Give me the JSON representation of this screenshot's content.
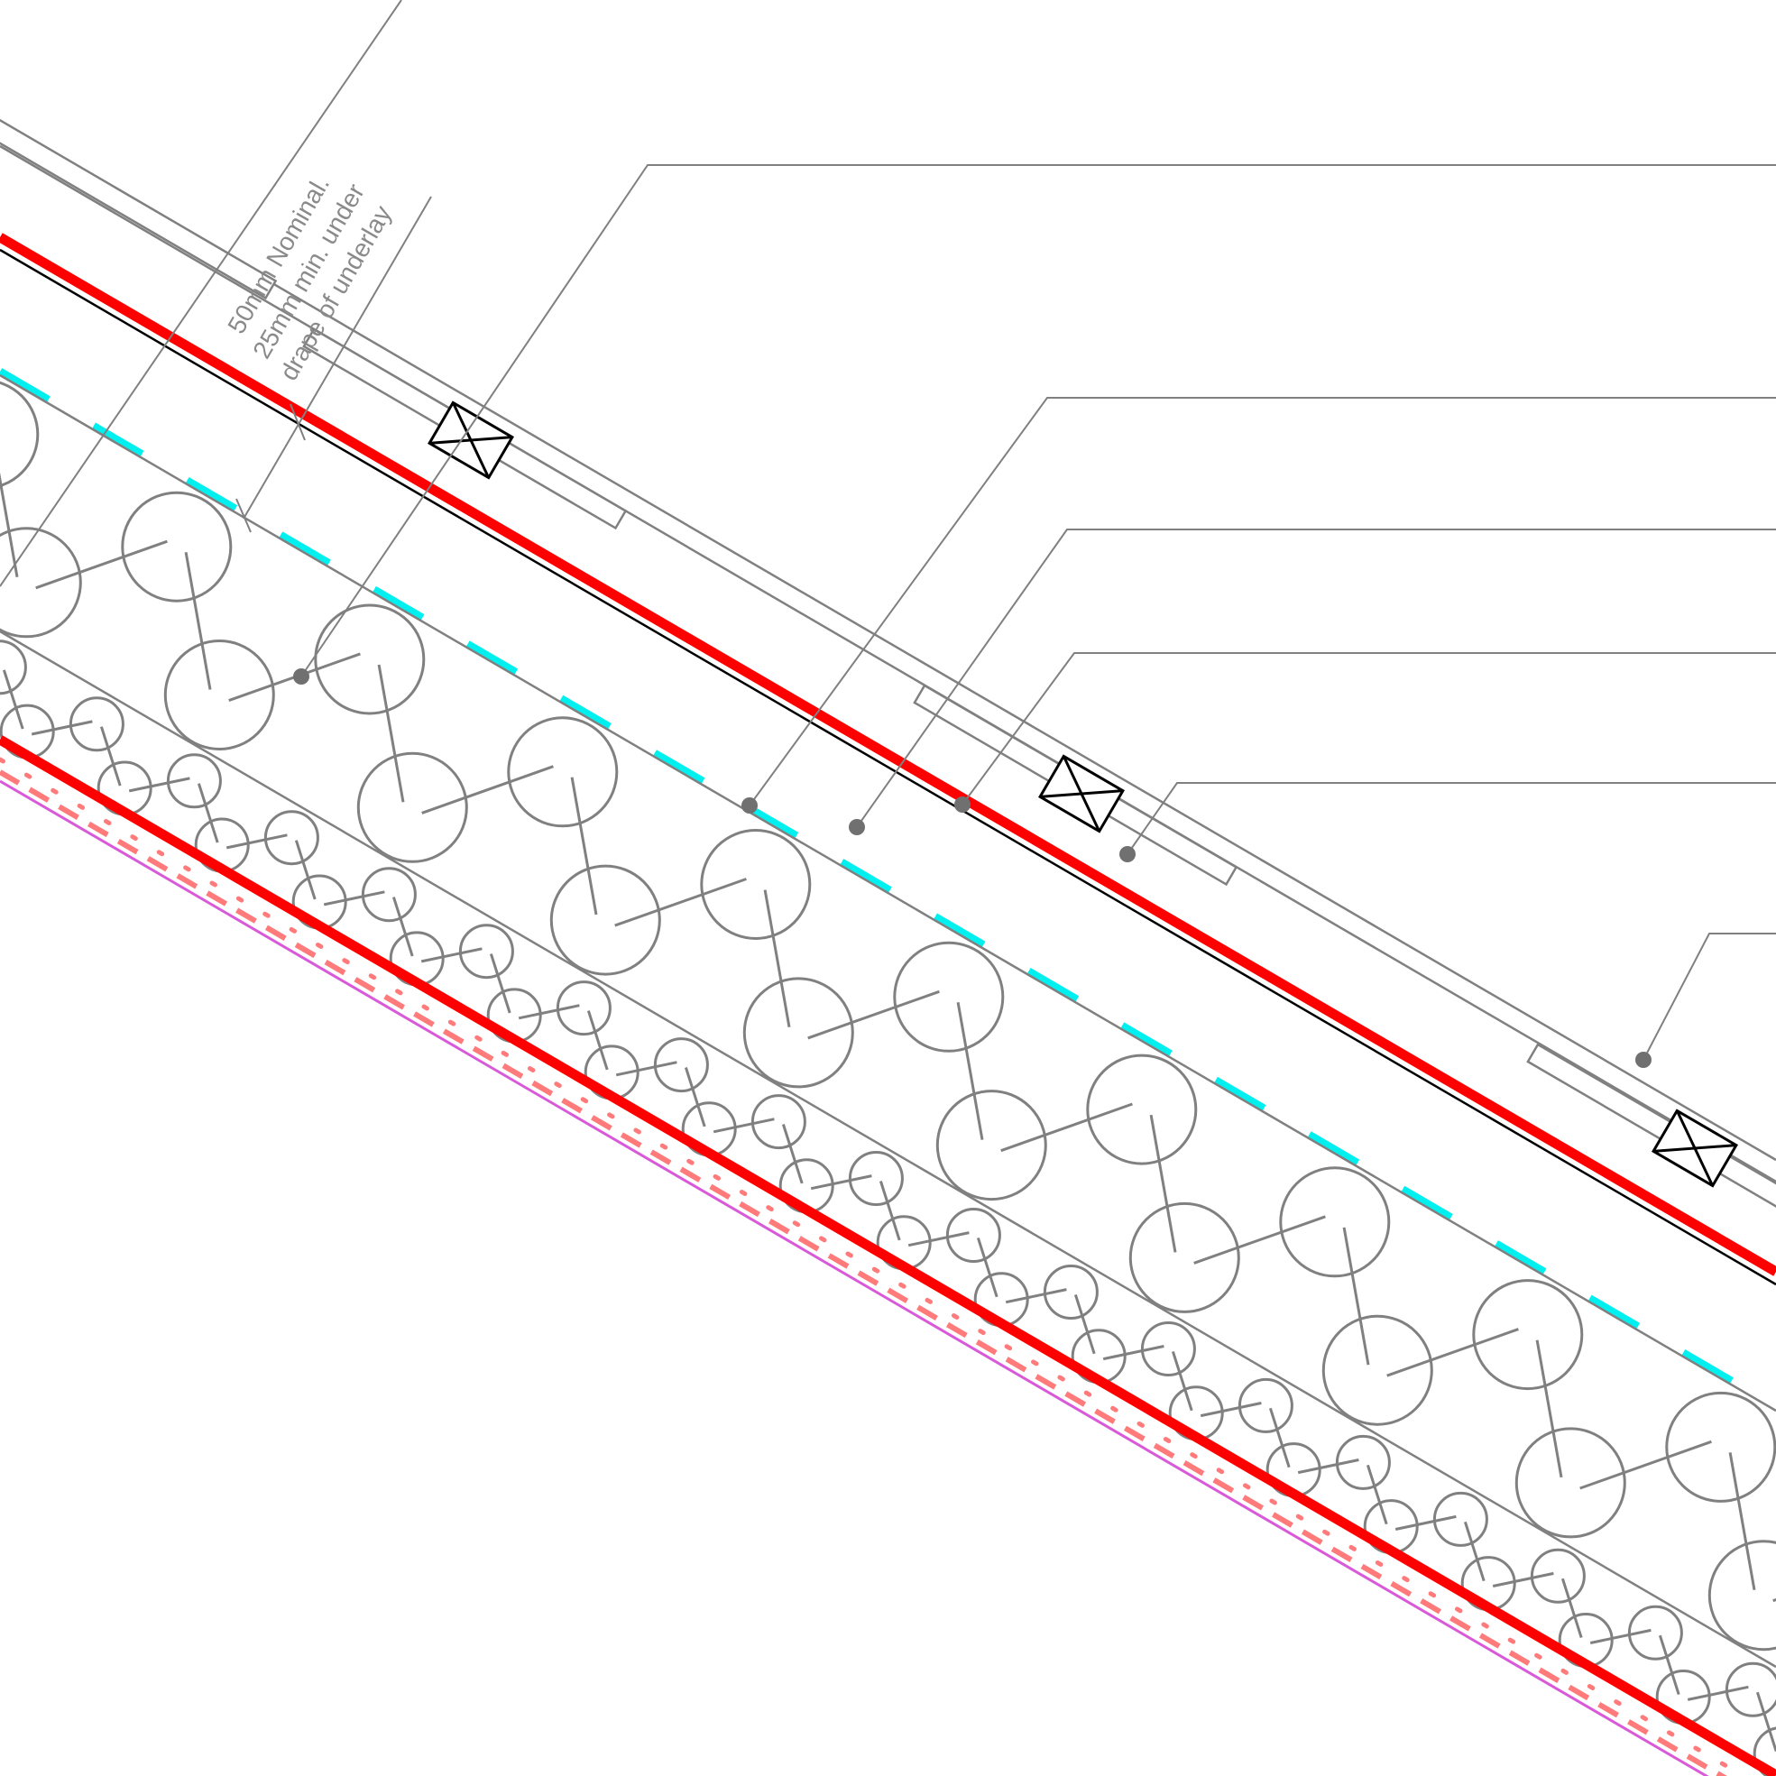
{
  "dimension_annotation": {
    "line1": "50mm Nominal.",
    "line2": "25mm min. under",
    "line3": "drape of underlay"
  },
  "colors": {
    "membrane": "#ff0000",
    "vapour_line": "#00f0f0",
    "lines": "#808080",
    "battens": "#000000",
    "inner_lining": "#ff7a7a",
    "inner_lining_edge": "#d85ad8"
  },
  "callout_count": 6
}
